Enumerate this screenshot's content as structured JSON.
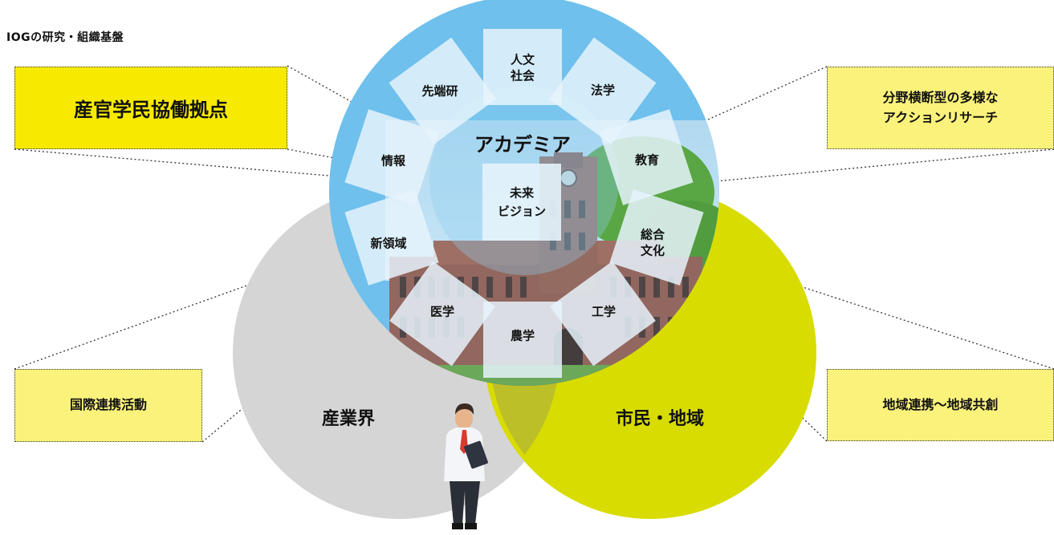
{
  "title": "IOGの研究・組織基盤",
  "circles": {
    "academia": "アカデミア",
    "industry": "産業界",
    "community": "市民・地域"
  },
  "core": {
    "line1": "未来",
    "line2": "ビジョン"
  },
  "fields": [
    {
      "lines": [
        "人文",
        "社会"
      ]
    },
    {
      "lines": [
        "法学"
      ]
    },
    {
      "lines": [
        "教育"
      ]
    },
    {
      "lines": [
        "総合",
        "文化"
      ]
    },
    {
      "lines": [
        "工学"
      ]
    },
    {
      "lines": [
        "農学"
      ]
    },
    {
      "lines": [
        "医学"
      ]
    },
    {
      "lines": [
        "新領域"
      ]
    },
    {
      "lines": [
        "情報"
      ]
    },
    {
      "lines": [
        "先端研"
      ]
    }
  ],
  "callouts": {
    "collaboration": "産官学民協働拠点",
    "action_research_1": "分野横断型の多様な",
    "action_research_2": "アクションリサーチ",
    "international": "国際連携活動",
    "regional": "地域連携～地域共創"
  },
  "colors": {
    "academia": "#70c0ec",
    "industry": "#d5d5d5",
    "community": "#d8dc00",
    "strong_callout": "#f7ea00",
    "soft_callout": "#faf27a"
  }
}
